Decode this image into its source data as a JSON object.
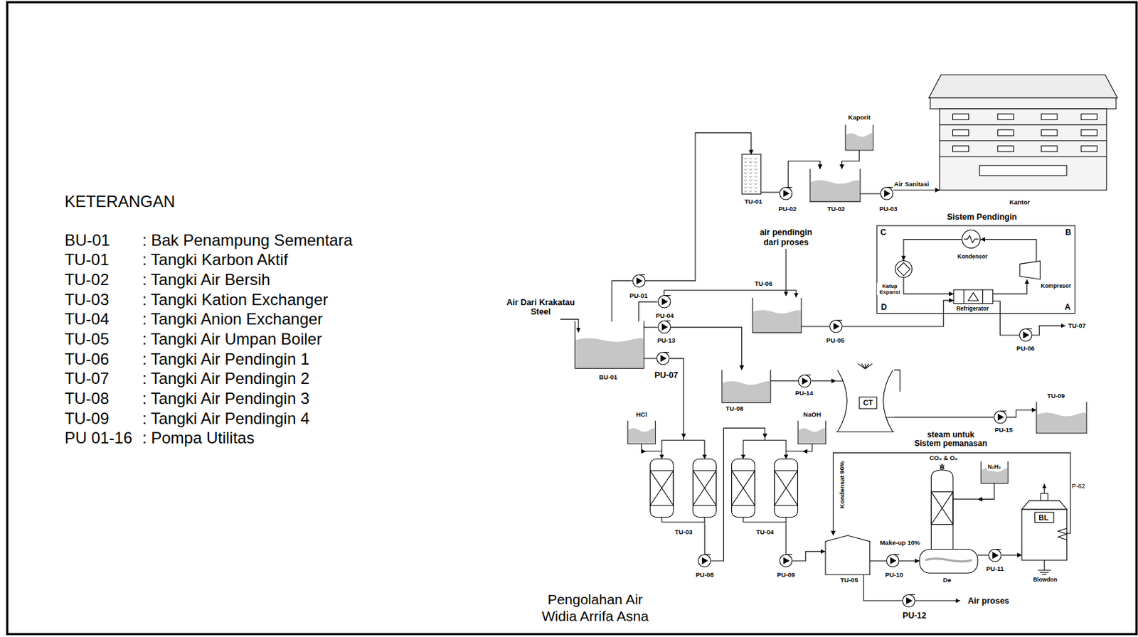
{
  "diagram": {
    "nodes": [
      {
        "text": [
          "Kaporit"
        ]
      },
      {
        "text": [
          "Kantor"
        ]
      },
      {
        "text": [
          "TU-01"
        ]
      },
      {
        "text": [
          "PU-02"
        ]
      },
      {
        "text": [
          "TU-02"
        ]
      },
      {
        "text": [
          "PU-03"
        ]
      },
      {
        "text": [
          "Sistem Pendingin",
          "C",
          "B",
          "D",
          "A"
        ]
      },
      {
        "text": [
          "Kondensor"
        ],
        "in": 6
      },
      {
        "text": [
          "Kompresor"
        ],
        "in": 6
      },
      {
        "text": [
          "Katup Expansi"
        ],
        "in": 6
      },
      {
        "text": [
          "Refrigerator"
        ],
        "in": 6
      },
      {
        "text": [
          "TU-06"
        ]
      },
      {
        "text": [
          "BU-01"
        ]
      },
      {
        "text": [
          "PU-01"
        ]
      },
      {
        "text": [
          "PU-04"
        ]
      },
      {
        "text": [
          "PU-13"
        ]
      },
      {
        "text": [
          "PU-07"
        ]
      },
      {
        "text": [
          "PU-05"
        ]
      },
      {
        "text": [
          "PU-06"
        ]
      },
      {
        "text": [
          "TU-08"
        ]
      },
      {
        "text": [
          "PU-14"
        ]
      },
      {
        "text": [
          "CT"
        ]
      },
      {
        "text": [
          "PU-15"
        ]
      },
      {
        "text": [
          "TU-09"
        ]
      },
      {
        "text": [
          "HCl"
        ]
      },
      {
        "text": [
          "NaOH"
        ]
      },
      {
        "text": [
          "TU-03"
        ]
      },
      {
        "text": [
          "TU-04"
        ]
      },
      {
        "text": [
          "PU-08"
        ]
      },
      {
        "text": [
          "PU-09"
        ]
      },
      {
        "text": [
          "TU-05"
        ]
      },
      {
        "text": [
          "PU-10"
        ]
      },
      {
        "text": [
          "PU-12"
        ]
      },
      {
        "text": [
          "De"
        ]
      },
      {
        "text": [
          "N₂H₂"
        ]
      },
      {
        "text": [
          "PU-11"
        ]
      },
      {
        "text": [
          "BL"
        ]
      }
    ],
    "edges": [
      {
        "from": 12,
        "to": 13,
        "arrow": "none"
      },
      {
        "from": 13,
        "to": 2,
        "arrow": "to"
      },
      {
        "from": 2,
        "to": 3,
        "arrow": "none"
      },
      {
        "from": 3,
        "to": 4,
        "arrow": "to"
      },
      {
        "from": 0,
        "to": 4,
        "arrow": "to"
      },
      {
        "from": 4,
        "to": 5,
        "arrow": "none"
      },
      {
        "from": 5,
        "to": 1,
        "label": "Air Sanitasi",
        "arrow": "to"
      },
      {
        "from": 12,
        "to": 14,
        "arrow": "none"
      },
      {
        "from": 14,
        "to": 11,
        "arrow": "to"
      },
      {
        "from": 11,
        "to": 17,
        "arrow": "none"
      },
      {
        "from": 17,
        "to": 10,
        "arrow": "to"
      },
      {
        "from": 10,
        "to": 18,
        "arrow": "none"
      },
      {
        "from": 10,
        "to": 8,
        "arrow": "to"
      },
      {
        "from": 8,
        "to": 7,
        "arrow": "to"
      },
      {
        "from": 7,
        "to": 9,
        "arrow": "to"
      },
      {
        "from": 9,
        "to": 10,
        "arrow": "to"
      },
      {
        "from": 12,
        "to": 15,
        "arrow": "none"
      },
      {
        "from": 15,
        "to": 19,
        "arrow": "to"
      },
      {
        "from": 19,
        "to": 20,
        "arrow": "none"
      },
      {
        "from": 20,
        "to": 21,
        "arrow": "to"
      },
      {
        "from": 21,
        "to": 22,
        "arrow": "none"
      },
      {
        "from": 22,
        "to": 23,
        "arrow": "to"
      },
      {
        "from": 12,
        "to": 16,
        "arrow": "none"
      },
      {
        "from": 16,
        "to": 26,
        "arrow": "to"
      },
      {
        "from": 24,
        "to": 26,
        "arrow": "to"
      },
      {
        "from": 26,
        "to": 28,
        "arrow": "none"
      },
      {
        "from": 28,
        "to": 27,
        "arrow": "to"
      },
      {
        "from": 25,
        "to": 27,
        "arrow": "to"
      },
      {
        "from": 27,
        "to": 29,
        "arrow": "none"
      },
      {
        "from": 29,
        "to": 30,
        "arrow": "to"
      },
      {
        "from": 30,
        "to": 31,
        "arrow": "none"
      },
      {
        "from": 31,
        "to": 33,
        "arrow": "to"
      },
      {
        "from": 34,
        "to": 33,
        "arrow": "to"
      },
      {
        "from": 33,
        "to": 35,
        "arrow": "none"
      },
      {
        "from": 35,
        "to": 36,
        "arrow": "to"
      },
      {
        "from": 36,
        "to": 30,
        "arrow": "to"
      },
      {
        "from": 30,
        "to": 32,
        "arrow": "none"
      }
    ],
    "labels": [
      "KETERANGAN",
      "BU-01",
      ": Bak Penampung Sementara",
      "TU-01",
      ": Tangki Karbon Aktif",
      "TU-02",
      ": Tangki Air Bersih",
      "TU-03",
      ": Tangki Kation Exchanger",
      "TU-04",
      ": Tangki Anion Exchanger",
      "TU-05",
      ": Tangki Air Umpan Boiler",
      "TU-06",
      ": Tangki Air Pendingin 1",
      "TU-07",
      ": Tangki Air Pendingin 2",
      "TU-08",
      ": Tangki Air Pendingin 3",
      "TU-09",
      ": Tangki Air Pendingin 4",
      "PU 01-16",
      ": Pompa Utilitas",
      "Air Dari Krakatau Steel",
      "air pendingin dari proses",
      "TU-07",
      "steam untuk Sistem pemanasan",
      "CO₂ & O₂",
      "Kondensat 90%",
      "Make-up 10%",
      "P-62",
      "Blowdon",
      "Air proses",
      "Pengolahan Air",
      "Widia Arrifa Asna"
    ]
  }
}
